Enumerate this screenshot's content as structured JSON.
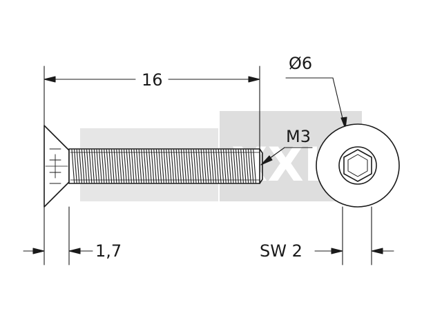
{
  "drawing": {
    "labels": {
      "length": "16",
      "thread": "M3",
      "head_diameter": "Ø6",
      "head_height": "1,7",
      "socket_size": "SW 2"
    },
    "watermark": {
      "text": "XXL"
    },
    "colors": {
      "line": "#1a1a1a",
      "watermark": "#dcdcdc",
      "watermark_text": "#ffffff"
    }
  }
}
